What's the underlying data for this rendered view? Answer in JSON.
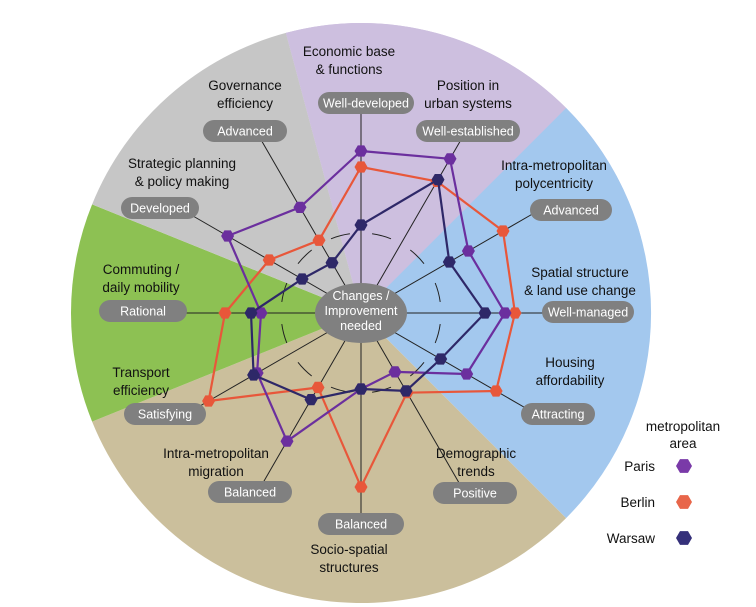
{
  "center_label": [
    "Changes /",
    "Improvement",
    "needed"
  ],
  "sectors": [
    {
      "name": "economic",
      "color": "#cdbfdf"
    },
    {
      "name": "spatial",
      "color": "#a3c8ee"
    },
    {
      "name": "social",
      "color": "#cbbf9c"
    },
    {
      "name": "mobility",
      "color": "#8dc153"
    },
    {
      "name": "governance",
      "color": "#c6c6c6"
    }
  ],
  "colors": {
    "badge": "#808080",
    "axis": "#222222",
    "paris": "#6b2f9e",
    "berlin": "#e8573a",
    "warsaw": "#2e2868"
  },
  "legend": {
    "title": [
      "metropolitan",
      "area"
    ],
    "items": [
      {
        "label": "Paris",
        "color": "#7a3aa8"
      },
      {
        "label": "Berlin",
        "color": "#e8664a"
      },
      {
        "label": "Warsaw",
        "color": "#35307a"
      }
    ]
  },
  "chart_data": {
    "type": "radar",
    "center": "Changes / Improvement needed",
    "axes": [
      {
        "label": [
          "Economic base",
          "& functions"
        ],
        "badge": "Well-developed"
      },
      {
        "label": [
          "Position in",
          "urban systems"
        ],
        "badge": "Well-established"
      },
      {
        "label": [
          "Intra-metropolitan",
          "polycentricity"
        ],
        "badge": "Advanced"
      },
      {
        "label": [
          "Spatial structure",
          "& land use change"
        ],
        "badge": "Well-managed"
      },
      {
        "label": [
          "Housing",
          "affordability"
        ],
        "badge": "Attracting"
      },
      {
        "label": [
          "Demographic",
          "trends"
        ],
        "badge": "Positive"
      },
      {
        "label": [
          "Socio-spatial",
          "structures"
        ],
        "badge": "Balanced"
      },
      {
        "label": [
          "Intra-metropolitan",
          "migration"
        ],
        "badge": "Balanced"
      },
      {
        "label": [
          "Transport",
          "efficiency"
        ],
        "badge": "Satisfying"
      },
      {
        "label": [
          "Commuting /",
          "daily mobility"
        ],
        "badge": "Rational"
      },
      {
        "label": [
          "Strategic planning",
          "& policy making"
        ],
        "badge": "Developed"
      },
      {
        "label": [
          "Governance",
          "efficiency"
        ],
        "badge": "Advanced"
      }
    ],
    "scale_max": 1.0,
    "series": [
      {
        "name": "Paris",
        "values": [
          0.81,
          0.89,
          0.62,
          0.72,
          0.61,
          0.34,
          0.38,
          0.74,
          0.6,
          0.5,
          0.77,
          0.61
        ]
      },
      {
        "name": "Berlin",
        "values": [
          0.73,
          0.76,
          0.82,
          0.77,
          0.78,
          0.46,
          0.87,
          0.43,
          0.88,
          0.68,
          0.53,
          0.42
        ]
      },
      {
        "name": "Warsaw",
        "values": [
          0.44,
          0.77,
          0.51,
          0.62,
          0.46,
          0.45,
          0.38,
          0.5,
          0.62,
          0.55,
          0.34,
          0.29
        ]
      }
    ]
  }
}
